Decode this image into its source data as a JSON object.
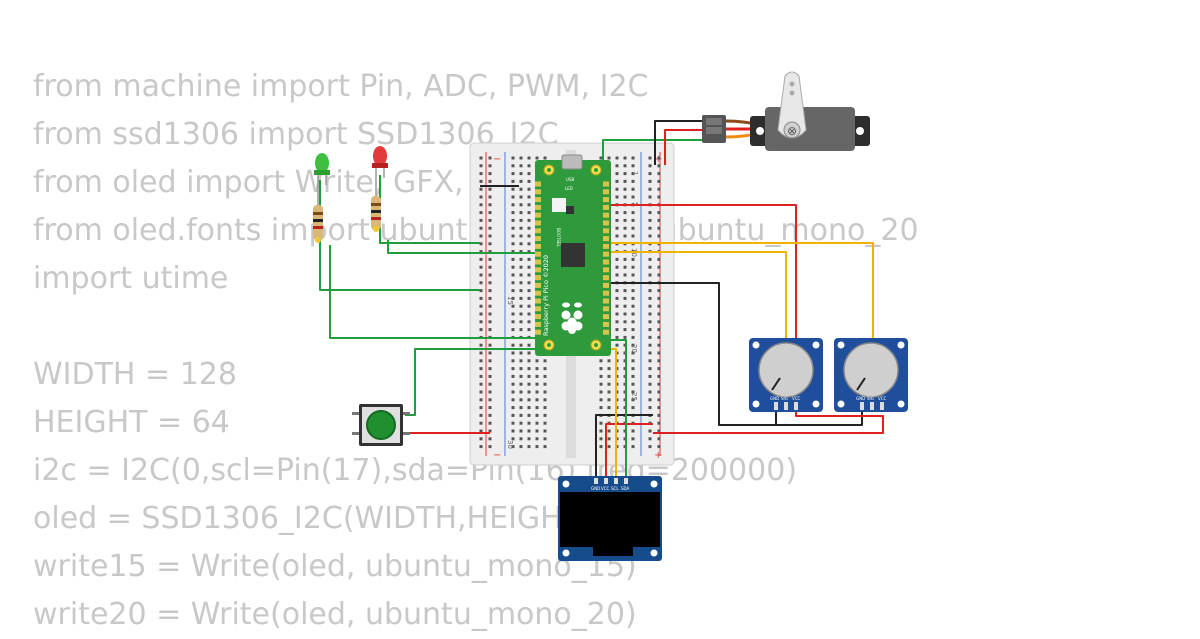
{
  "code_lines": [
    "from machine import Pin, ADC, PWM, I2C",
    "from ssd1306 import SSD1306_I2C",
    "from oled import Write, GFX, SSD1306_I2C",
    "from oled.fonts import ubuntu_mono_15, ubuntu_mono_20",
    "import utime",
    "",
    "WIDTH = 128",
    "HEIGHT = 64",
    "i2c = I2C(0,scl=Pin(17),sda=Pin(16),freq=200000)",
    "oled = SSD1306_I2C(WIDTH,HEIGHT,i2c)",
    "write15 = Write(oled, ubuntu_mono_15)",
    "write20 = Write(oled, ubuntu_mono_20)"
  ],
  "pico": {
    "name": "Raspberry Pi Pico ©2020",
    "usb_label": "USB",
    "led_label": "LED",
    "bootsel_label": "BOOTSEL"
  },
  "breadboard": {
    "row_labels": [
      "1",
      "5",
      "10",
      "15",
      "20",
      "25",
      "30"
    ]
  },
  "oled": {
    "pins": [
      "GND",
      "VCC",
      "SCL",
      "SDA"
    ]
  },
  "potentiometers": [
    {
      "pins": [
        "GND",
        "SIG",
        "VCC"
      ]
    },
    {
      "pins": [
        "GND",
        "SIG",
        "VCC"
      ]
    }
  ],
  "colors": {
    "code_text": "#c8c8c8",
    "wire_green": "#1e9e3c",
    "wire_red": "#e02020",
    "wire_black": "#222222",
    "wire_yellow": "#f0b400",
    "pico_green": "#2f9a3c",
    "pot_blue": "#1e4e9c",
    "oled_blue": "#174c8c"
  }
}
